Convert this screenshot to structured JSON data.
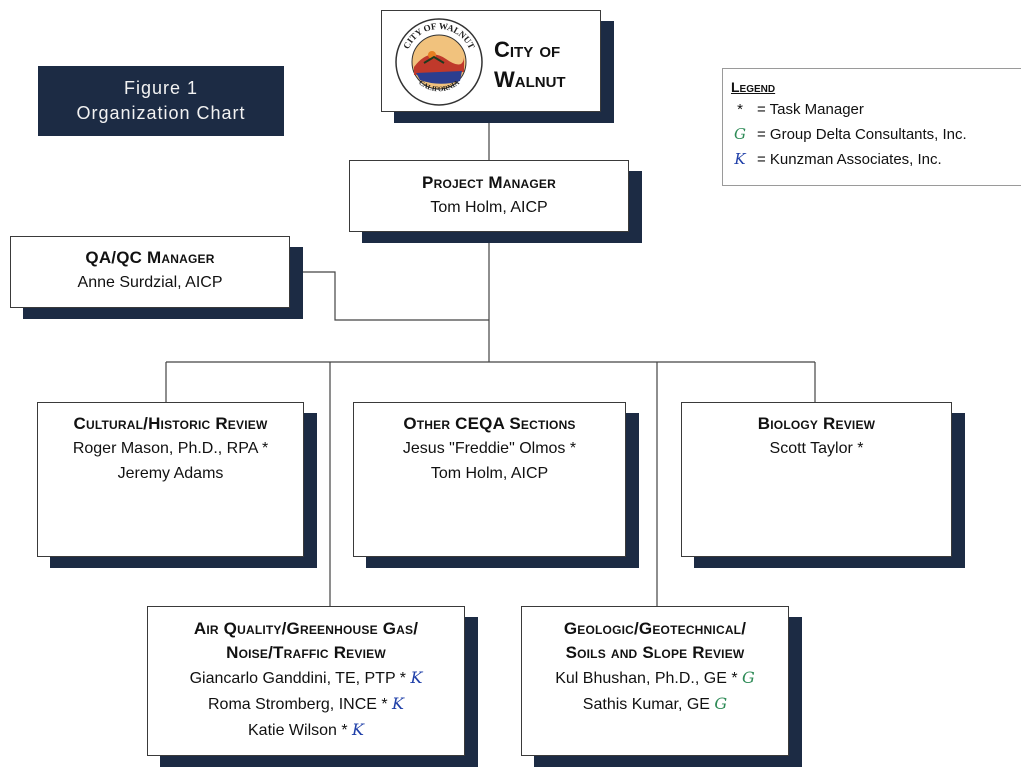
{
  "figure": {
    "line1": "Figure 1",
    "line2": "Organization Chart"
  },
  "city": {
    "line1": "City of",
    "line2": "Walnut",
    "seal": {
      "ring_top": "CITY OF WALNUT",
      "ring_bottom": "CALIFORNIA",
      "icon": "city-seal-icon"
    }
  },
  "legend": {
    "title": "Legend",
    "items": [
      {
        "symbol": "*",
        "text": "= Task Manager"
      },
      {
        "symbol": "G",
        "text": "= Group Delta Consultants, Inc."
      },
      {
        "symbol": "K",
        "text": "= Kunzman Associates, Inc."
      }
    ]
  },
  "project_manager": {
    "title": "Project Manager",
    "name": "Tom Holm, AICP"
  },
  "qa_qc": {
    "title": "QA/QC Manager",
    "name": "Anne Surdzial, AICP"
  },
  "cultural": {
    "title": "Cultural/Historic Review",
    "p1": "Roger Mason, Ph.D., RPA *",
    "p2": "Jeremy Adams"
  },
  "ceqa": {
    "title": "Other CEQA Sections",
    "p1": "Jesus \"Freddie\" Olmos *",
    "p2": "Tom Holm, AICP"
  },
  "biology": {
    "title": "Biology Review",
    "p1": "Scott Taylor *"
  },
  "air": {
    "title1": "Air Quality/Greenhouse Gas/",
    "title2": "Noise/Traffic Review",
    "p1": "Giancarlo Ganddini, TE, PTP *",
    "p2": "Roma Stromberg, INCE *",
    "p3": "Katie Wilson *",
    "mark": "K"
  },
  "geo": {
    "title1": "Geologic/Geotechnical/",
    "title2": "Soils and Slope Review",
    "p1": "Kul Bhushan, Ph.D., GE *",
    "p2": "Sathis Kumar, GE",
    "mark": "G"
  },
  "colors": {
    "navy": "#1c2b44",
    "kunzman": "#1f3fa8",
    "group_delta": "#2e8b57"
  }
}
